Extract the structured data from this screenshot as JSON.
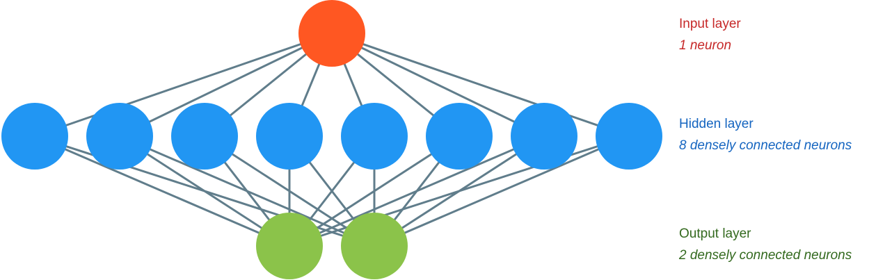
{
  "layers": {
    "input": {
      "title": "Input layer",
      "description": "1 neuron",
      "neuron_count": 1,
      "node_color": "#FF5722",
      "text_color": "#C62828"
    },
    "hidden": {
      "title": "Hidden layer",
      "description": "8 densely connected neurons",
      "neuron_count": 8,
      "node_color": "#2196F3",
      "text_color": "#1565C0"
    },
    "output": {
      "title": "Output layer",
      "description": "2 densely connected neurons",
      "neuron_count": 2,
      "node_color": "#8BC34A",
      "text_color": "#33691E"
    }
  },
  "connection_color": "#607D8B"
}
